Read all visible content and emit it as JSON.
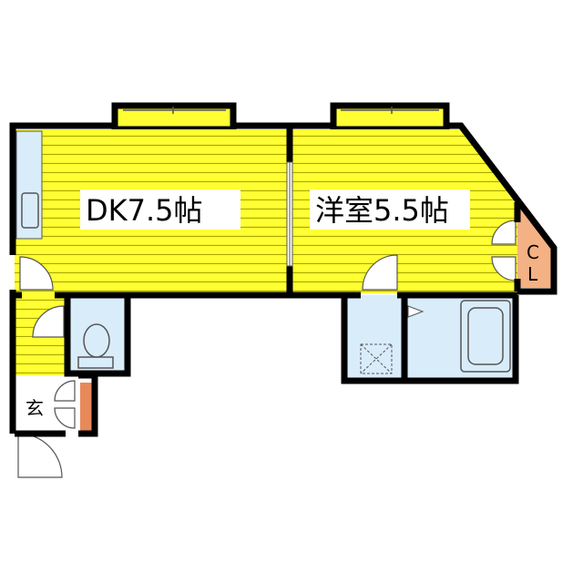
{
  "floorplan": {
    "rooms": {
      "dk": {
        "label": "DK7.5帖"
      },
      "western": {
        "label": "洋室5.5帖"
      },
      "entrance": {
        "label": "玄"
      },
      "closet": {
        "label_line1": "C",
        "label_line2": "L"
      }
    },
    "colors": {
      "wall": "#000000",
      "room_fill": "#ffff33",
      "stripe": "#a8a800",
      "wet_area": "#d9ecfa",
      "closet": "#f4b183",
      "shoe_rack": "#e8895a",
      "fixture_stroke": "#555555"
    },
    "icons": {
      "toilet": "toilet-icon",
      "bathtub": "bathtub-icon",
      "washer": "washing-machine-pan-icon",
      "sink": "kitchen-sink-icon"
    }
  }
}
